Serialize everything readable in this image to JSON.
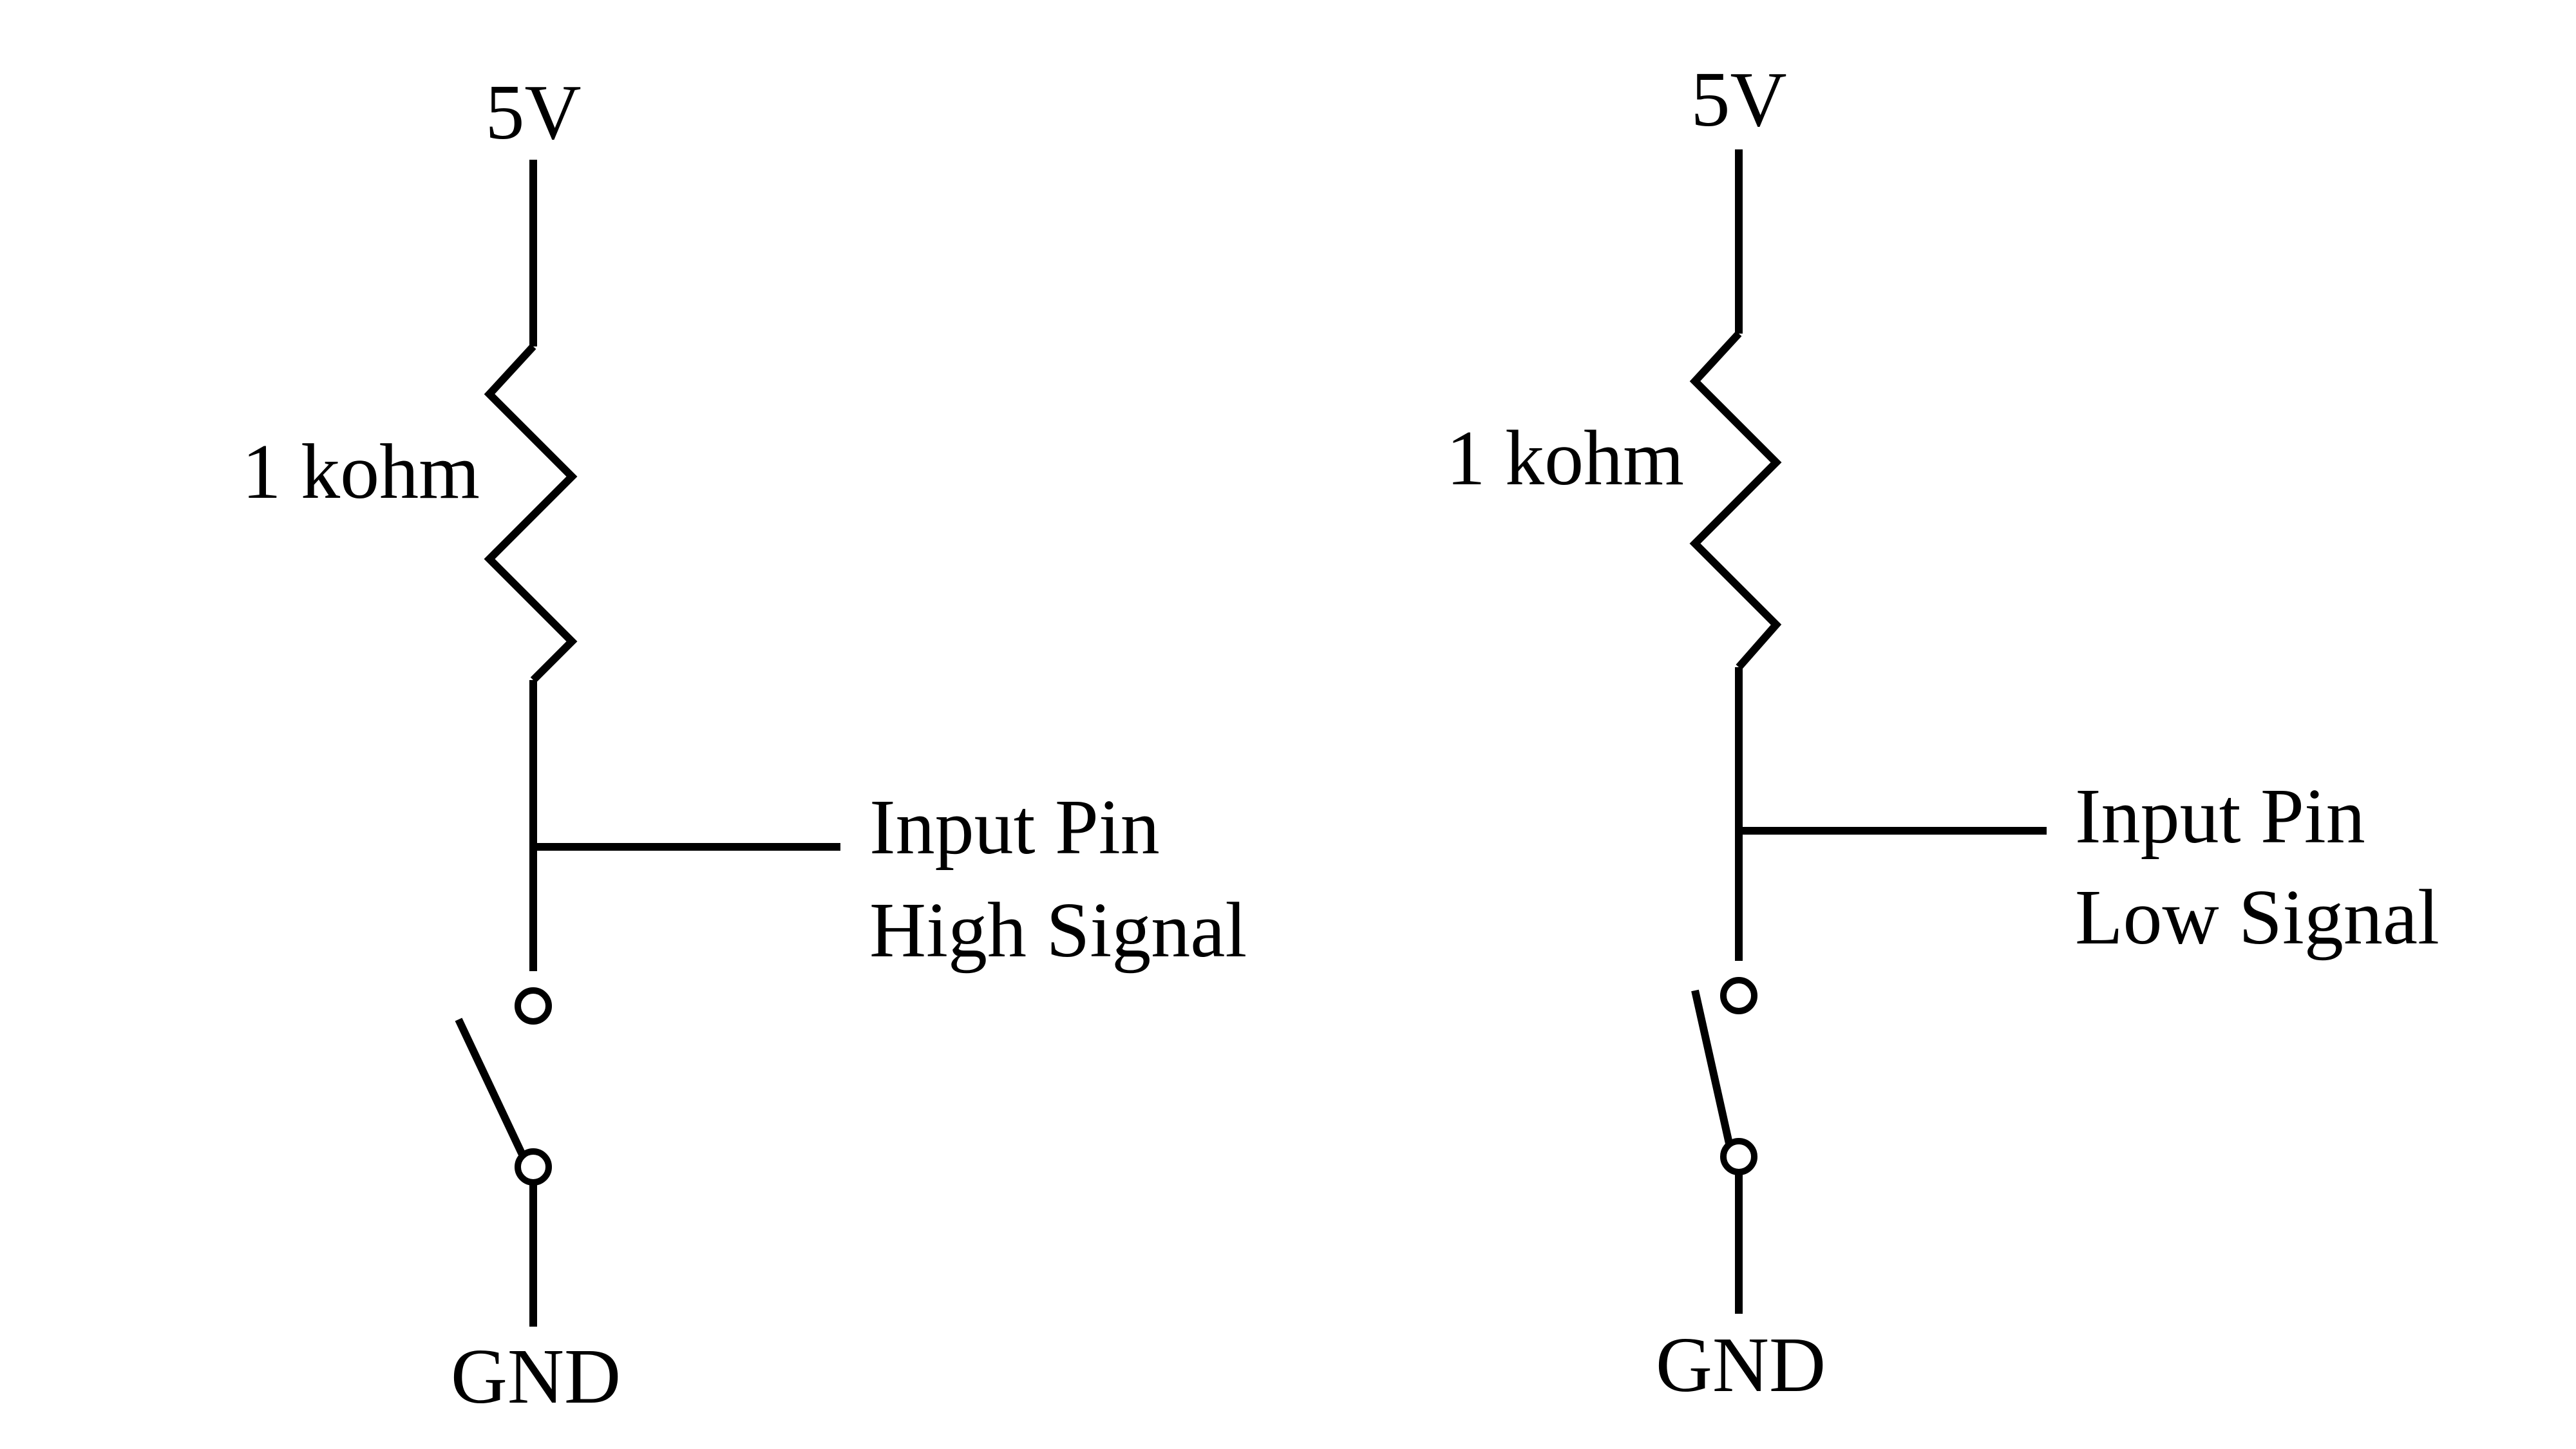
{
  "circuits": [
    {
      "supply_label": "5V",
      "resistor_label": "1 kohm",
      "output_label_line1": "Input Pin",
      "output_label_line2": "High Signal",
      "ground_label": "GND"
    },
    {
      "supply_label": "5V",
      "resistor_label": "1 kohm",
      "output_label_line1": "Input Pin",
      "output_label_line2": "Low Signal",
      "ground_label": "GND"
    }
  ]
}
